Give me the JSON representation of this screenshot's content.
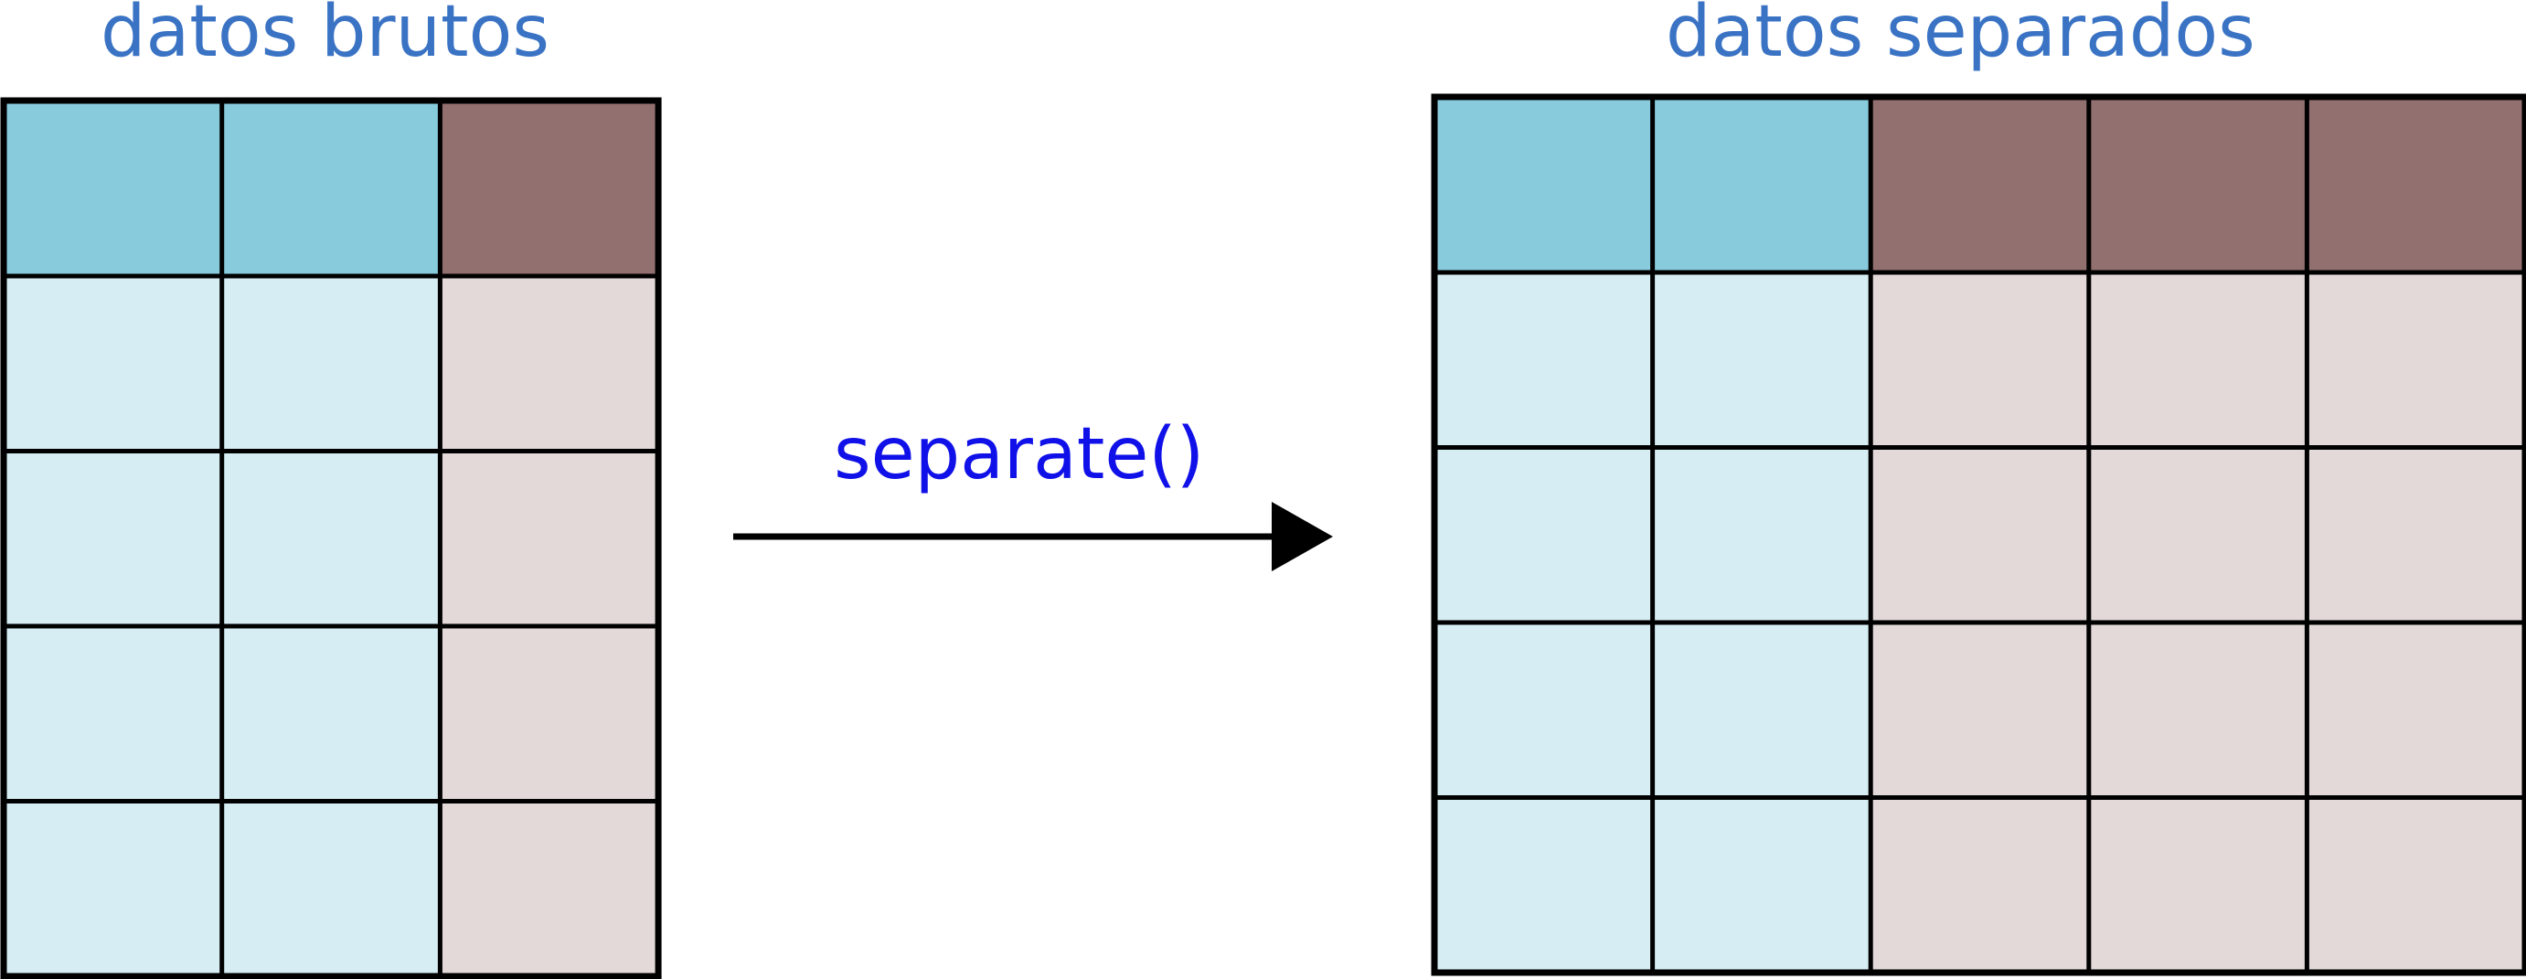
{
  "left_table": {
    "title": "datos brutos",
    "key_columns": 2,
    "value_columns": 1,
    "data_rows": 4
  },
  "right_table": {
    "title": "datos separados",
    "key_columns": 2,
    "value_columns": 3,
    "data_rows": 4
  },
  "operation": {
    "label": "separate()"
  },
  "colors": {
    "title_text": "#3a73c4",
    "operation_text": "#1010e8",
    "key_header": "#88cbdc",
    "key_cell": "#d6edf3",
    "value_header": "#937070",
    "value_cell": "#e3d9d9",
    "border": "#000000",
    "arrow": "#000000"
  }
}
